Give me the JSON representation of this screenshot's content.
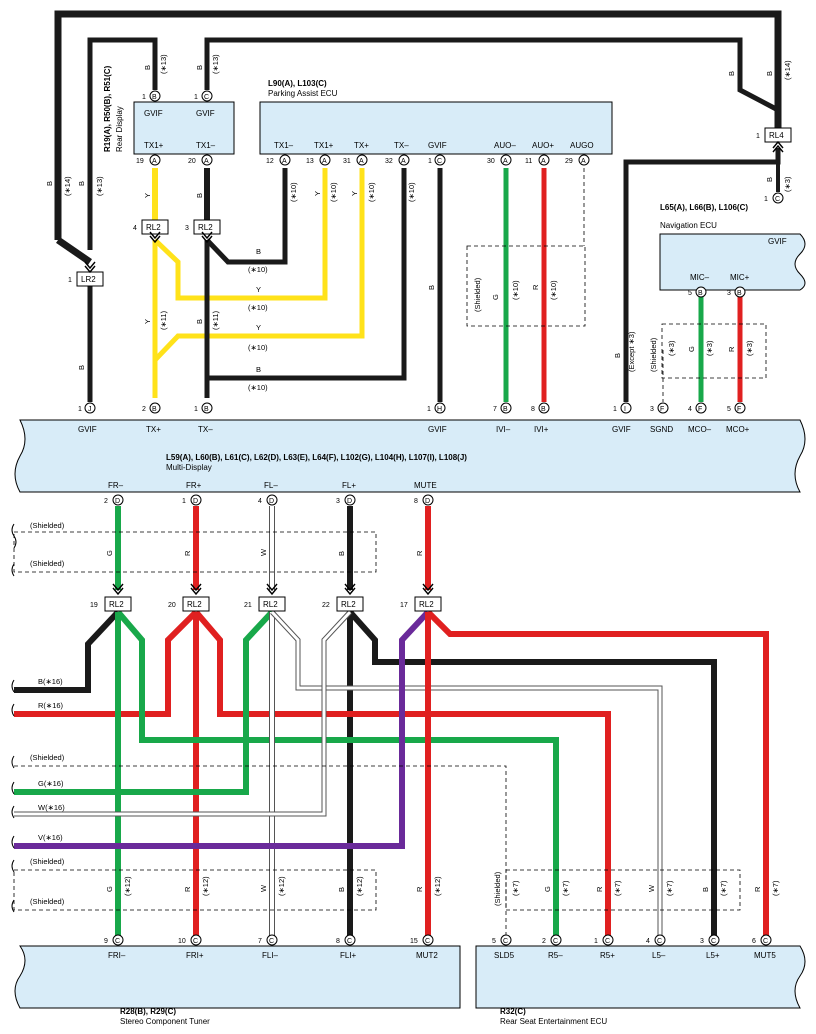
{
  "components": {
    "rear_display": {
      "name": "R19(A), R50(B), R51(C)",
      "label": "Rear Display"
    },
    "parking_assist": {
      "name": "L90(A), L103(C)",
      "label": "Parking Assist ECU"
    },
    "navigation": {
      "name": "L65(A), L66(B), L106(C)",
      "label": "Navigation ECU"
    },
    "multi_display": {
      "name": "L59(A), L60(B), L61(C), L62(D), L63(E), L64(F), L102(G), L104(H), L107(I), L108(J)",
      "label": "Multi-Display"
    },
    "stereo_tuner": {
      "name": "R28(B), R29(C)",
      "label": "Stereo Component Tuner"
    },
    "rse_ecu": {
      "name": "R32(C)",
      "label": "Rear Seat Entertainment ECU"
    }
  },
  "pins": {
    "rd_gvif_b": "GVIF",
    "rd_gvif_c": "GVIF",
    "rd_tx1p": "TX1+",
    "rd_tx1m": "TX1–",
    "pa_tx1m": "TX1–",
    "pa_tx1p": "TX1+",
    "pa_txp": "TX+",
    "pa_txm": "TX–",
    "pa_gvif": "GVIF",
    "pa_auom": "AUO–",
    "pa_auop": "AUO+",
    "pa_augo": "AUGO",
    "nav_gvif": "GVIF",
    "nav_micm": "MIC–",
    "nav_micp": "MIC+",
    "md_gvif_j": "GVIF",
    "md_txp": "TX+",
    "md_txm": "TX–",
    "md_gvif_h": "GVIF",
    "md_ivim": "IVI–",
    "md_ivip": "IVI+",
    "md_gvif_i": "GVIF",
    "md_sgnd": "SGND",
    "md_mcom": "MCO–",
    "md_mcop": "MCO+",
    "md_frm": "FR–",
    "md_frp": "FR+",
    "md_flm": "FL–",
    "md_flp": "FL+",
    "md_mute": "MUTE",
    "st_frim": "FRI–",
    "st_frip": "FRI+",
    "st_flim": "FLI–",
    "st_flip": "FLI+",
    "st_mut2": "MUT2",
    "rse_sld5": "SLD5",
    "rse_r5m": "R5–",
    "rse_r5p": "R5+",
    "rse_l5m": "L5–",
    "rse_l5p": "L5+",
    "rse_mut5": "MUT5"
  },
  "connectors": {
    "rl4": "RL4",
    "lr2": "LR2",
    "rl2": "RL2"
  },
  "wire_labels": {
    "b": "B",
    "y": "Y",
    "g": "G",
    "r": "R",
    "w": "W",
    "v": "V",
    "n14": "(∗14)",
    "n13": "(∗13)",
    "n10": "(∗10)",
    "n11": "(∗11)",
    "n3": "(∗3)",
    "n12": "(∗12)",
    "n7": "(∗7)",
    "shielded": "(Shielded)",
    "except3": "(Except ∗3)",
    "b16": "B(∗16)",
    "r16": "R(∗16)",
    "g16": "G(∗16)",
    "w16": "W(∗16)",
    "v16": "V(∗16)"
  },
  "colors": {
    "black": "#1a1a1a",
    "yellow": "#ffe21a",
    "green": "#18a84a",
    "red": "#e02020",
    "purple": "#6a2a9a",
    "white_wire": "#ffffff",
    "box_fill": "#d8ecf8"
  }
}
